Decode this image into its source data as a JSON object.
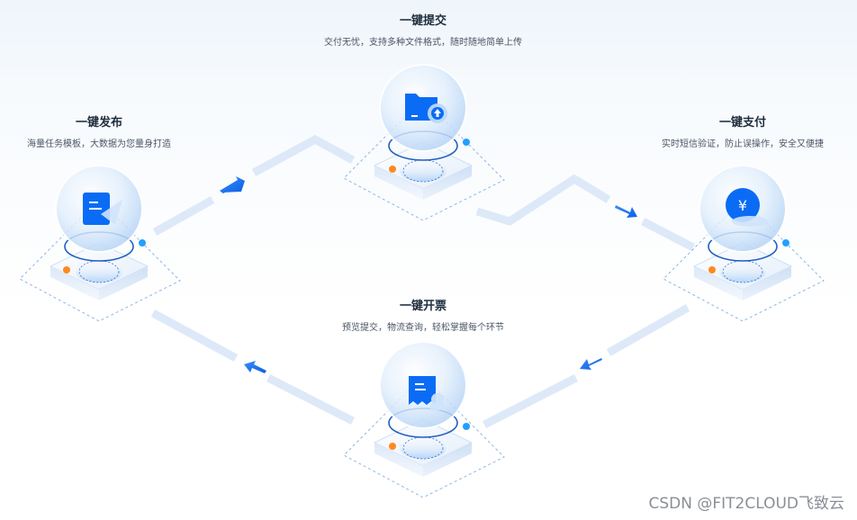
{
  "nodes": {
    "submit": {
      "title": "一键提交",
      "desc": "交付无忧，支持多种文件格式，随时随地简单上传",
      "icon": "folder-upload-icon"
    },
    "publish": {
      "title": "一键发布",
      "desc": "海量任务模板，大数据为您量身打造",
      "icon": "document-send-icon"
    },
    "pay": {
      "title": "一键支付",
      "desc": "实时短信验证，防止误操作，安全又便捷",
      "icon": "yuan-coin-icon"
    },
    "invoice": {
      "title": "一键开票",
      "desc": "预览提交，物流查询，轻松掌握每个环节",
      "icon": "invoice-receipt-icon"
    }
  },
  "watermark": "CSDN @FIT2CLOUD飞致云",
  "colors": {
    "primary": "#0a6cf5",
    "path": "#dbe8f8",
    "accent_dot_orange": "#ff8a1f",
    "accent_dot_blue": "#22a0ff"
  }
}
